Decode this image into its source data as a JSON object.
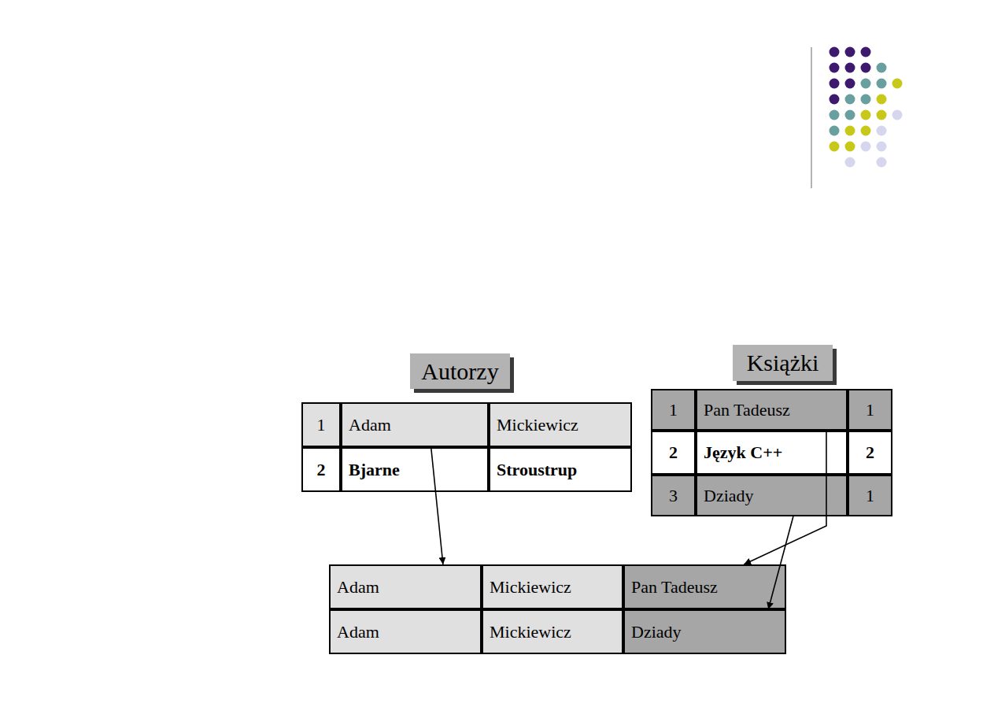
{
  "diagram": {
    "nodes": [
      {
        "text": [
          "Autorzy"
        ]
      },
      {
        "text": [
          "1"
        ]
      },
      {
        "text": [
          "Adam"
        ]
      },
      {
        "text": [
          "Mickiewicz"
        ]
      },
      {
        "text": [
          "2"
        ]
      },
      {
        "text": [
          "Bjarne"
        ]
      },
      {
        "text": [
          "Stroustrup"
        ]
      },
      {
        "text": [
          "Książki"
        ]
      },
      {
        "text": [
          "1"
        ]
      },
      {
        "text": [
          "Pan Tadeusz"
        ]
      },
      {
        "text": [
          "1"
        ]
      },
      {
        "text": [
          "2"
        ]
      },
      {
        "text": [
          "Język C++"
        ]
      },
      {
        "text": [
          "2"
        ]
      },
      {
        "text": [
          "3"
        ]
      },
      {
        "text": [
          "Dziady"
        ]
      },
      {
        "text": [
          "1"
        ]
      },
      {
        "text": [
          "Adam"
        ]
      },
      {
        "text": [
          "Mickiewicz"
        ]
      },
      {
        "text": [
          "Pan Tadeusz"
        ]
      },
      {
        "text": [
          "Adam"
        ]
      },
      {
        "text": [
          "Mickiewicz"
        ]
      },
      {
        "text": [
          "Dziady"
        ]
      }
    ],
    "edges": [
      {
        "from": 2,
        "to": 17,
        "arrow": "to"
      },
      {
        "from": 9,
        "to": 19,
        "arrow": "to"
      },
      {
        "from": 15,
        "to": 22,
        "arrow": "to"
      }
    ]
  }
}
